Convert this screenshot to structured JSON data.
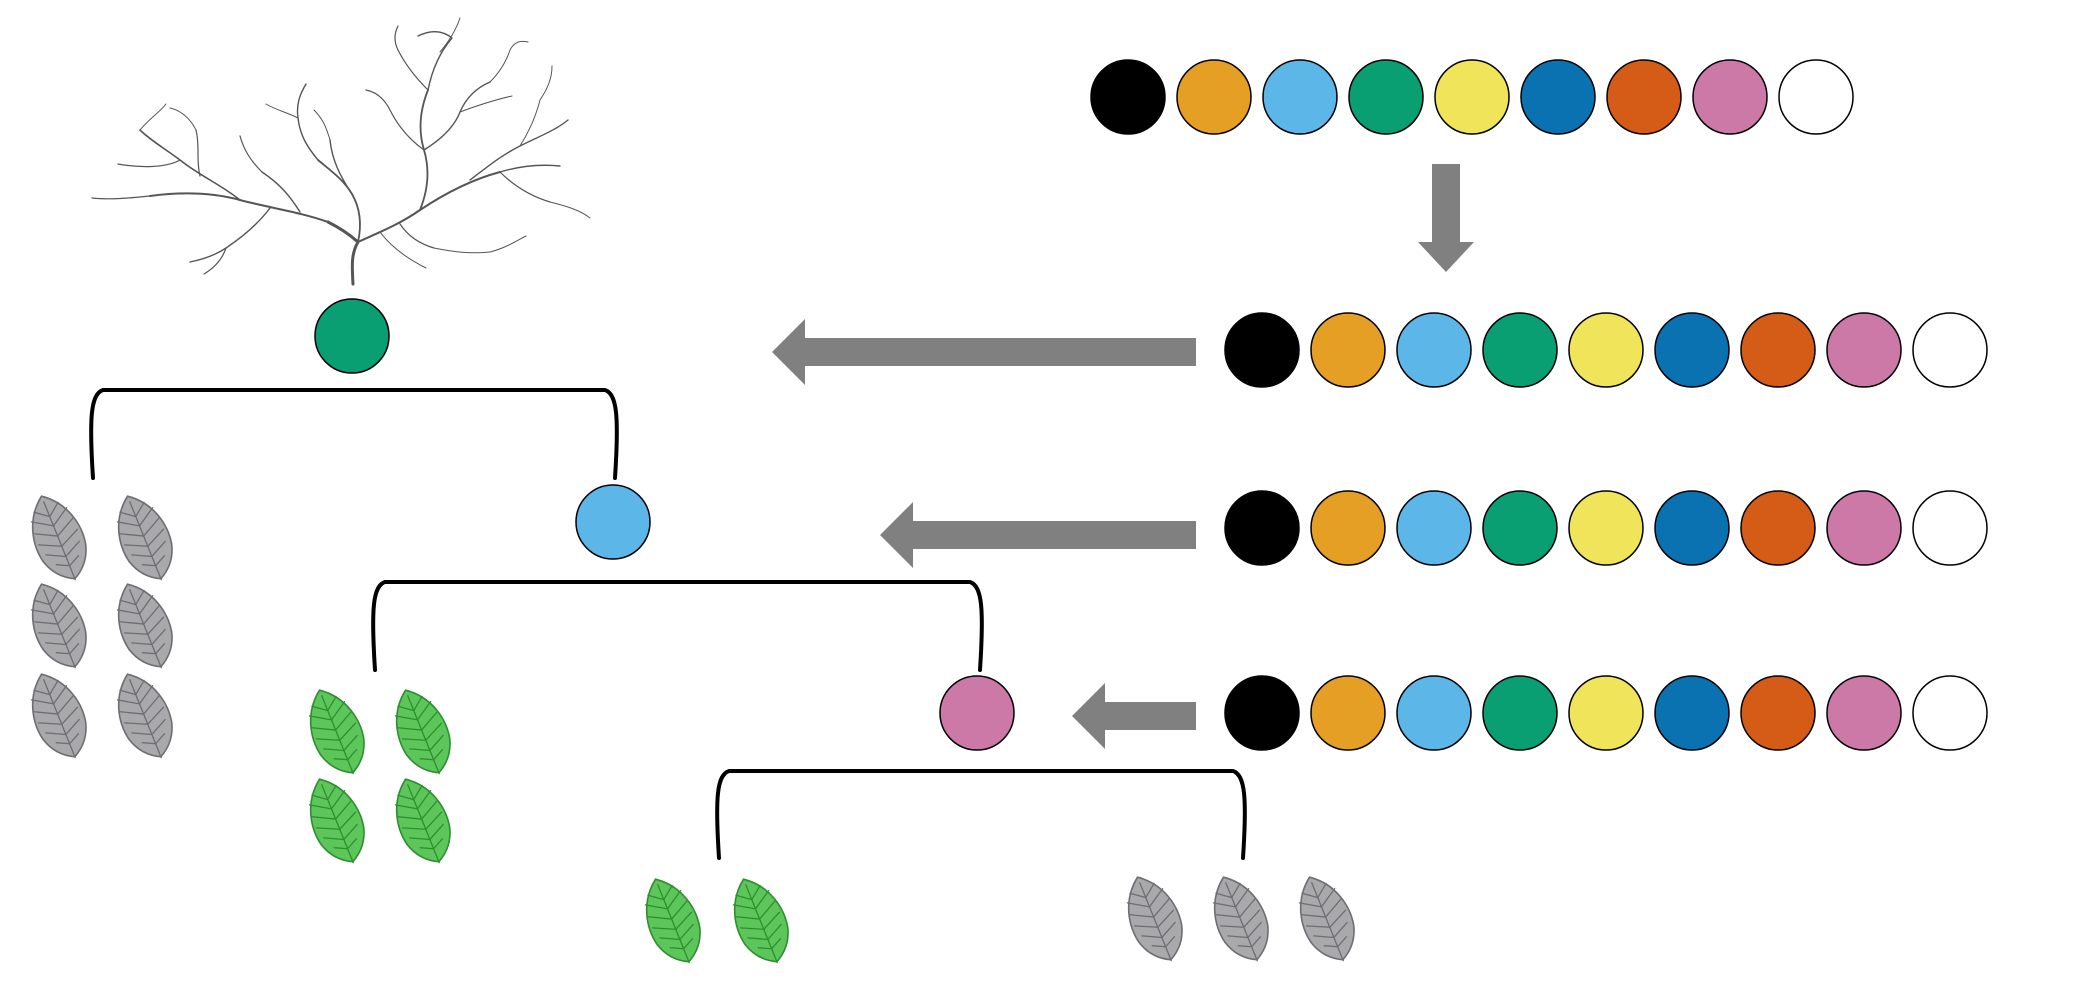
{
  "palette": {
    "black": "#000000",
    "orange": "#E69F25",
    "sky_blue": "#5CB7E8",
    "green": "#0A9E73",
    "yellow": "#F0E45A",
    "blue": "#0B72B2",
    "vermillion": "#D55C16",
    "pink": "#CC79A7",
    "white": "#FFFFFF"
  },
  "colors": {
    "arrow": "#808080",
    "bracket": "#000000",
    "circle_stroke": "#000000",
    "leaf_gray_fill": "#A9A9AC",
    "leaf_gray_vein": "#6E6E72",
    "leaf_green_fill": "#5CC65A",
    "leaf_green_vein": "#2E8E2F",
    "tree_branch": "#555555"
  },
  "icons": {
    "tree": "bare-tree-icon",
    "leaf_gray": "gray-leaf-icon",
    "leaf_green": "green-leaf-icon",
    "arrow": "arrow-icon"
  },
  "diagram": {
    "source_palette": [
      "black",
      "orange",
      "sky_blue",
      "green",
      "yellow",
      "blue",
      "vermillion",
      "pink",
      "white"
    ],
    "level_palettes": [
      [
        "black",
        "orange",
        "sky_blue",
        "green",
        "yellow",
        "blue",
        "vermillion",
        "pink",
        "white"
      ],
      [
        "black",
        "orange",
        "sky_blue",
        "green",
        "yellow",
        "blue",
        "vermillion",
        "pink",
        "white"
      ],
      [
        "black",
        "orange",
        "sky_blue",
        "green",
        "yellow",
        "blue",
        "vermillion",
        "pink",
        "white"
      ]
    ],
    "nodes": [
      {
        "id": "root",
        "color": "green"
      },
      {
        "id": "level-2",
        "color": "sky_blue"
      },
      {
        "id": "level-3",
        "color": "pink"
      }
    ],
    "leaf_groups": [
      {
        "id": "root-left",
        "kind": "gray",
        "count": 6
      },
      {
        "id": "level-2-left",
        "kind": "green",
        "count": 4
      },
      {
        "id": "level-3-left",
        "kind": "green",
        "count": 2
      },
      {
        "id": "level-3-right",
        "kind": "gray",
        "count": 3
      }
    ]
  }
}
